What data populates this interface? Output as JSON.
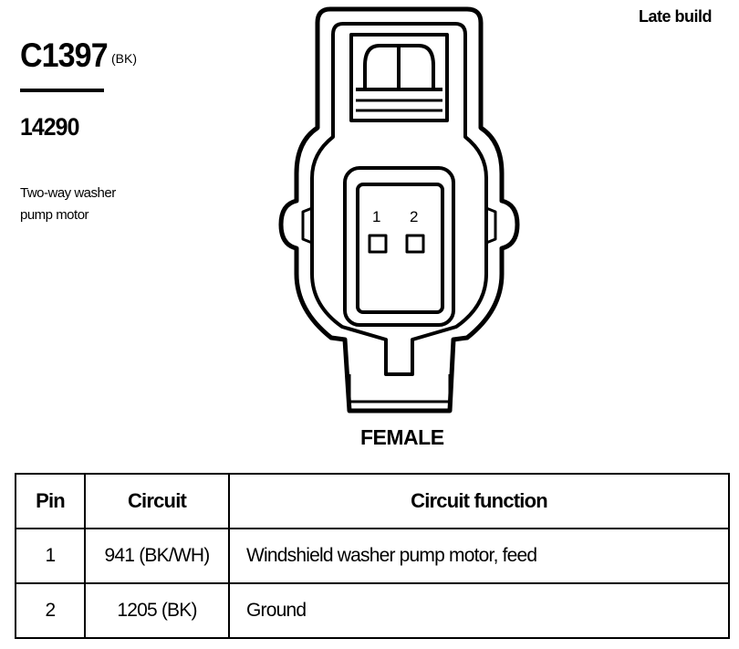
{
  "connector": {
    "id": "C1397",
    "color_code": "(BK)",
    "part_number": "14290",
    "description": "Two-way washer pump motor",
    "build_note": "Late build",
    "gender": "FEMALE"
  },
  "diagram": {
    "pin_labels": [
      "1",
      "2"
    ]
  },
  "table": {
    "headers": {
      "pin": "Pin",
      "circuit": "Circuit",
      "function": "Circuit function"
    },
    "rows": [
      {
        "pin": "1",
        "circuit": "941 (BK/WH)",
        "function": "Windshield washer pump motor, feed"
      },
      {
        "pin": "2",
        "circuit": "1205 (BK)",
        "function": "Ground"
      }
    ]
  }
}
